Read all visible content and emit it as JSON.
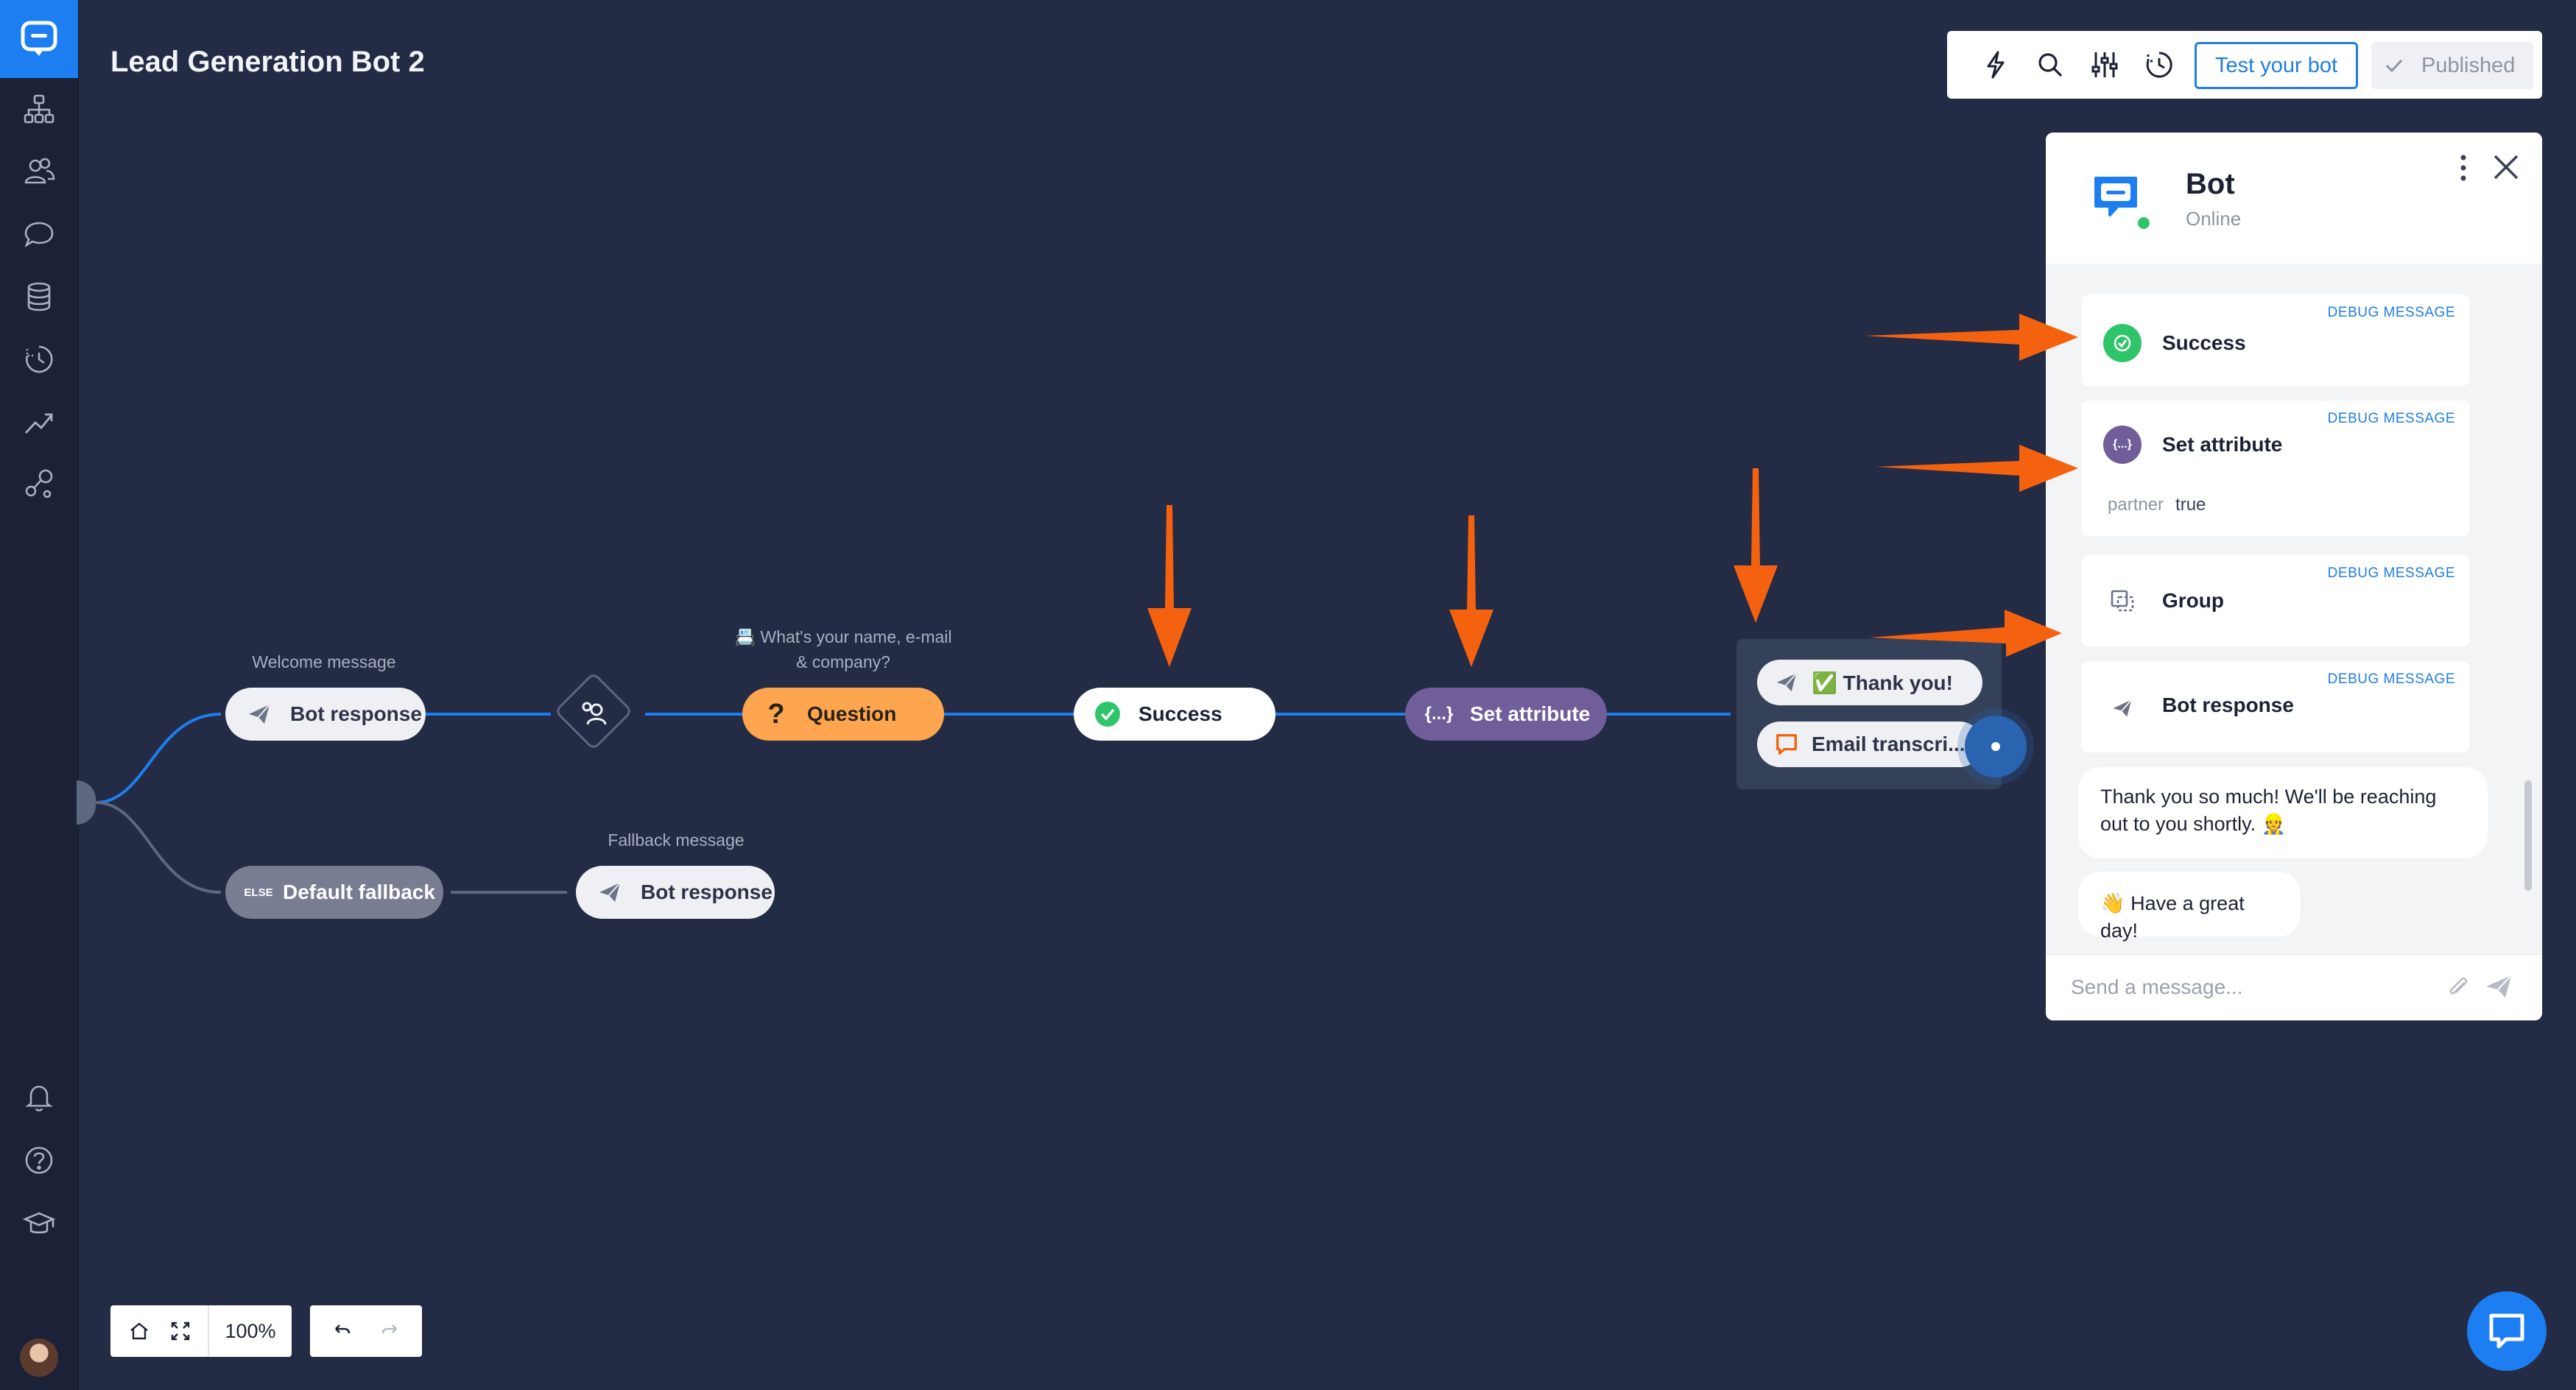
{
  "header": {
    "title": "Lead Generation Bot 2",
    "test_button": "Test your bot",
    "published_button": "Published",
    "tools": [
      "lightning-icon",
      "search-icon",
      "sliders-icon",
      "history-icon"
    ]
  },
  "sidebar": {
    "items": [
      "chats-logo",
      "sitemap-icon",
      "users-icon",
      "chat-icon",
      "database-icon",
      "history-icon",
      "reports-icon",
      "integrations-icon"
    ],
    "bottom_items": [
      "bell-icon",
      "help-icon",
      "academy-icon",
      "avatar"
    ]
  },
  "canvas": {
    "labels": {
      "welcome": "Welcome message",
      "question": "📇 What's your name, e-mail\n& company?",
      "fallback": "Fallback message"
    },
    "nodes": {
      "bot_response_1": "Bot response",
      "question": "Question",
      "success": "Success",
      "set_attribute": "Set attribute",
      "default_fallback": "Default fallback",
      "else_tag": "ELSE",
      "bot_response_2": "Bot response"
    },
    "group": {
      "item_1": "✅ Thank you!",
      "item_2": "Email transcri..."
    },
    "zoom": "100%"
  },
  "chat": {
    "name": "Bot",
    "status": "Online",
    "debug_label": "DEBUG MESSAGE",
    "cards": [
      {
        "title": "Success"
      },
      {
        "title": "Set attribute",
        "attr_key": "partner",
        "attr_value": "true"
      },
      {
        "title": "Group"
      },
      {
        "title": "Bot response"
      }
    ],
    "messages": [
      "Thank you so much! We'll be reaching out to you shortly. 👷",
      "👋 Have a great day!"
    ],
    "input_placeholder": "Send a message..."
  },
  "colors": {
    "accent": "#1c7ef0",
    "canvas_bg": "#232b45",
    "sidebar_bg": "#1b2136",
    "arrow": "#f5620f",
    "question": "#fda64f",
    "set_attribute": "#6f5e9a",
    "success_green": "#2ec56a"
  }
}
